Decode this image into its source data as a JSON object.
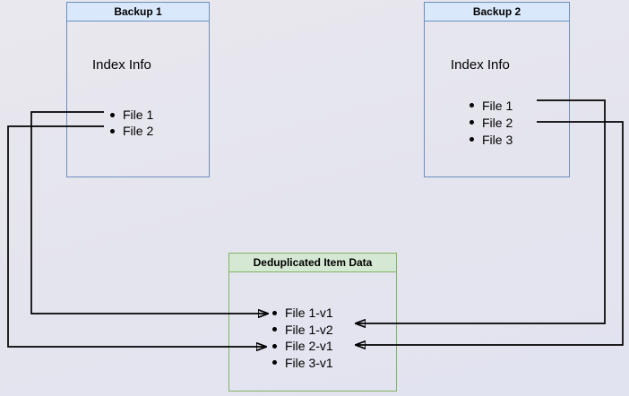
{
  "backup1": {
    "title": "Backup 1",
    "section_label": "Index Info",
    "files": [
      "File 1",
      "File 2"
    ]
  },
  "backup2": {
    "title": "Backup 2",
    "section_label": "Index Info",
    "files": [
      "File 1",
      "File 2",
      "File 3"
    ]
  },
  "dedup": {
    "title": "Deduplicated Item Data",
    "items": [
      "File 1-v1",
      "File 1-v2",
      "File 2-v1",
      "File 3-v1"
    ]
  },
  "connections": [
    {
      "from": "Backup 1 / File 1",
      "to": "File 1-v1"
    },
    {
      "from": "Backup 1 / File 2",
      "to": "File 2-v1"
    },
    {
      "from": "Backup 2 / File 1",
      "to": "File 1-v2"
    },
    {
      "from": "Backup 2 / File 2",
      "to": "File 2-v1"
    }
  ],
  "colors": {
    "blue_fill": "#dae8fc",
    "blue_border": "#6c8ebf",
    "green_fill": "#d5e8d4",
    "green_border": "#82b366",
    "arrow": "#000000",
    "background": "#e5e4ee"
  }
}
